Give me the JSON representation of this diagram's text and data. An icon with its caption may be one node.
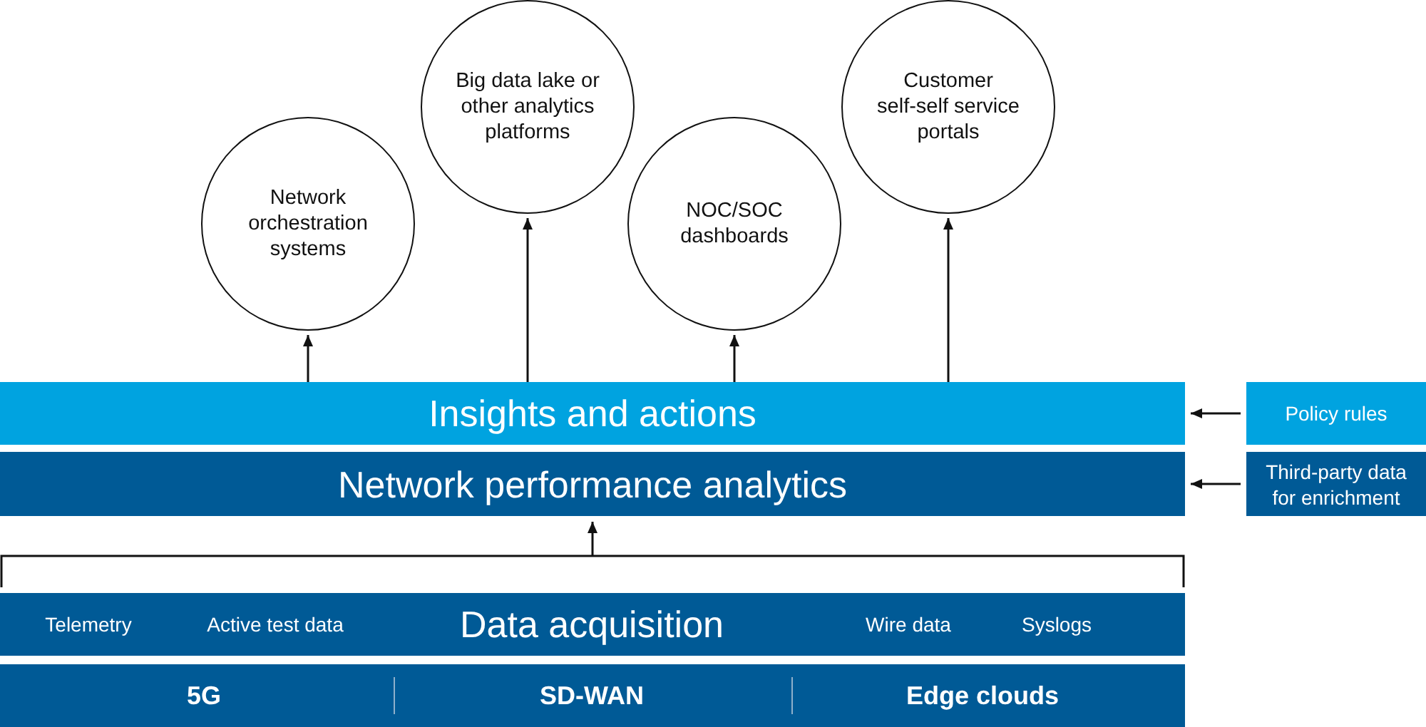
{
  "diagram": {
    "nodes": [
      {
        "text": [
          "Network orchestration systems"
        ]
      },
      {
        "text": [
          "Big data lake or other analytics platforms"
        ]
      },
      {
        "text": [
          "NOC/SOC dashboards"
        ]
      },
      {
        "text": [
          "Customer self-self service portals"
        ]
      },
      {
        "text": [
          "Insights and actions"
        ]
      },
      {
        "text": [
          "Policy rules"
        ]
      },
      {
        "text": [
          "Network performance analytics"
        ]
      },
      {
        "text": [
          "Third-party data for enrichment"
        ]
      },
      {
        "text": [
          "Telemetry",
          "Active test data",
          "Data acquisition",
          "Wire data",
          "Syslogs"
        ]
      },
      {
        "text": [
          "5G",
          "SD-WAN",
          "Edge clouds"
        ]
      }
    ],
    "edges": [
      {
        "from": 4,
        "to": 0,
        "arrow": "to"
      },
      {
        "from": 4,
        "to": 1,
        "arrow": "to"
      },
      {
        "from": 4,
        "to": 2,
        "arrow": "to"
      },
      {
        "from": 4,
        "to": 3,
        "arrow": "to"
      },
      {
        "from": 5,
        "to": 4,
        "arrow": "to"
      },
      {
        "from": 7,
        "to": 6,
        "arrow": "to"
      },
      {
        "from": 8,
        "to": 6,
        "arrow": "to"
      }
    ]
  }
}
